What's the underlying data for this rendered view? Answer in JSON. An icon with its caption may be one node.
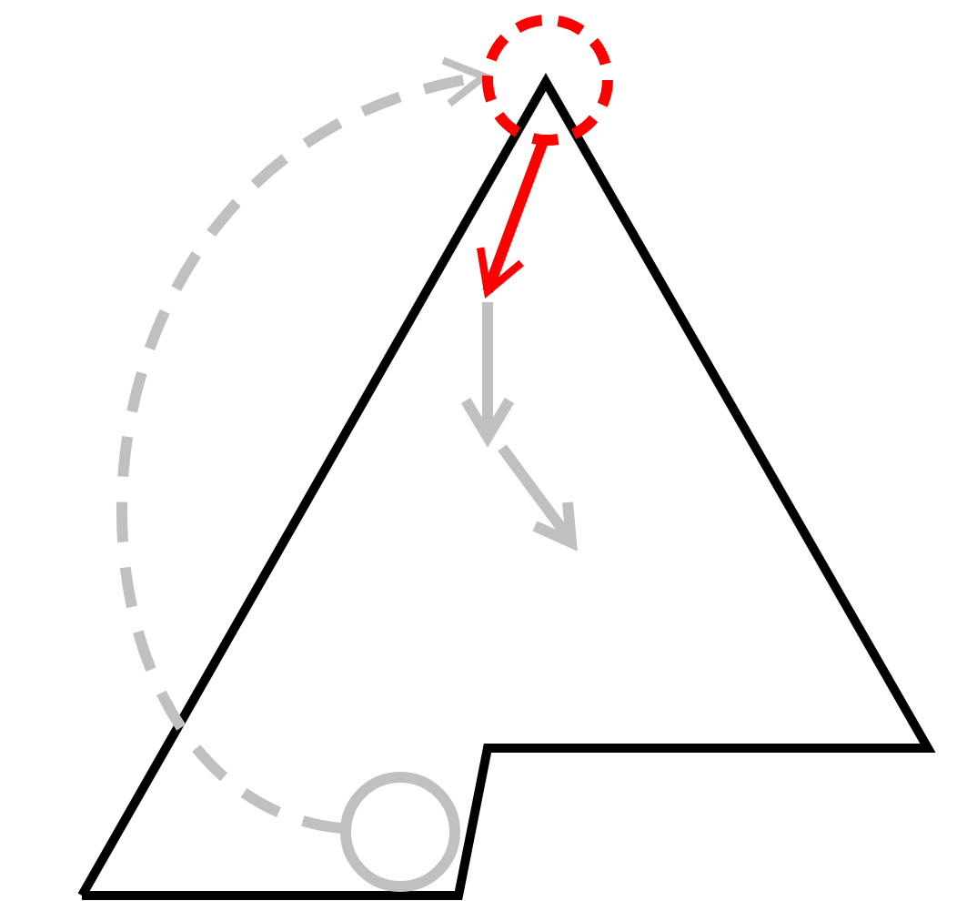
{
  "diagram": {
    "nodes": [
      {
        "text": [],
        "shape": "circle"
      },
      {
        "text": [],
        "shape": "circle"
      }
    ],
    "edges": [
      {
        "from": 1,
        "to": 0,
        "arrow": "to",
        "style": "dashed",
        "color": "#c0c0c0"
      },
      {
        "from": 0,
        "to": null,
        "arrow": "to",
        "color": "#ff0000"
      }
    ]
  }
}
